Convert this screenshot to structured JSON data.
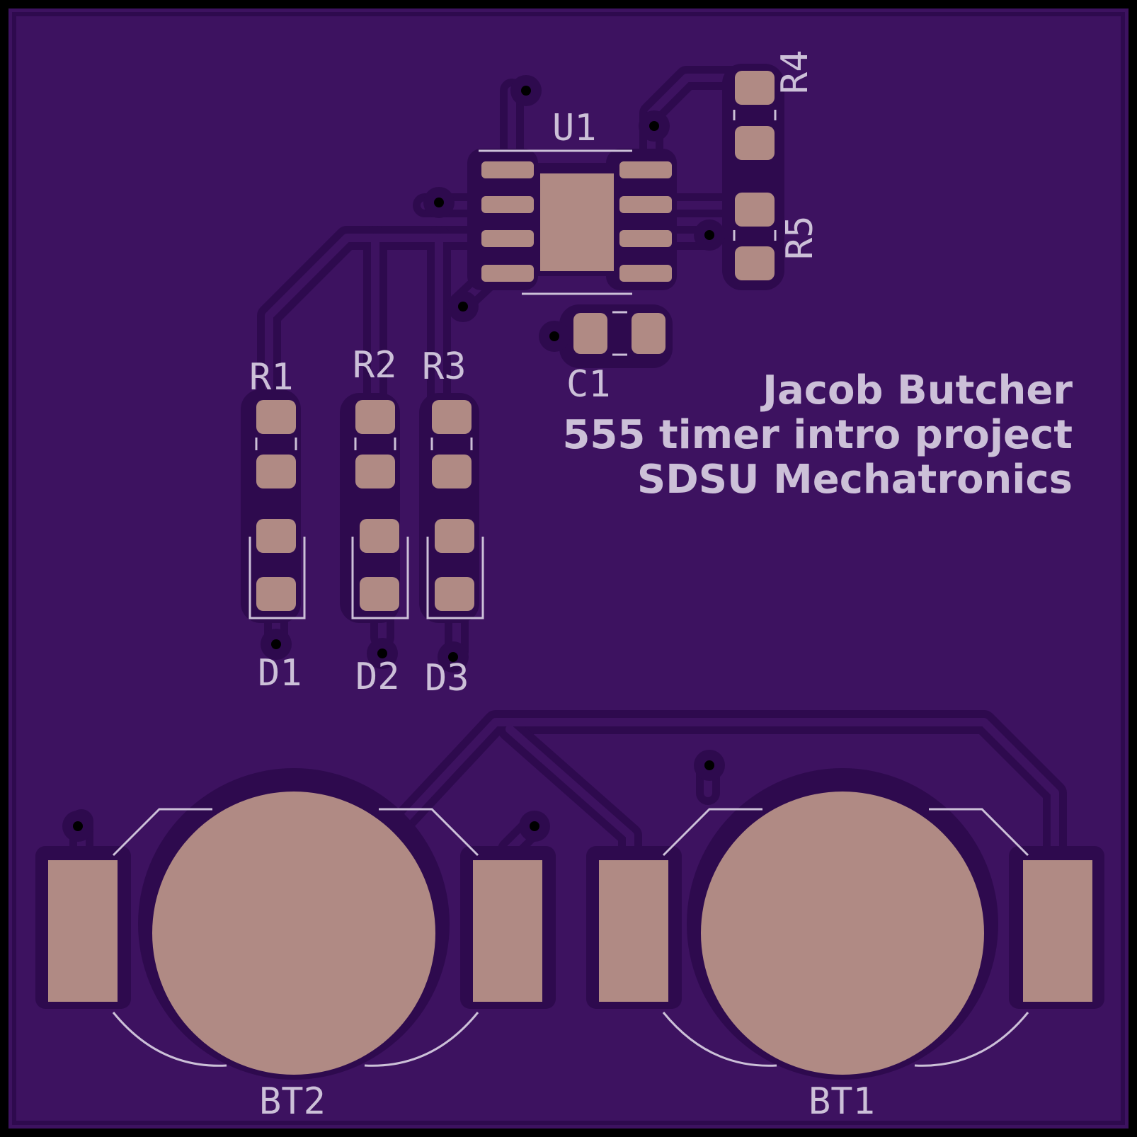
{
  "colors": {
    "board": "#3d1260",
    "trace": "#2e0a4e",
    "trace_clearance": "#3d1260",
    "pad": "#b08a84",
    "silkscreen": "#ccc0d8",
    "outline": "#000000",
    "via_hole": "#000000"
  },
  "designators": {
    "u1": "U1",
    "r1": "R1",
    "r2": "R2",
    "r3": "R3",
    "r4": "R4",
    "r5": "R5",
    "c1": "C1",
    "d1": "D1",
    "d2": "D2",
    "d3": "D3",
    "bt1": "BT1",
    "bt2": "BT2"
  },
  "board_notes": {
    "line1": "Jacob Butcher",
    "line2": "555 timer intro project",
    "line3": "SDSU Mechatronics"
  }
}
